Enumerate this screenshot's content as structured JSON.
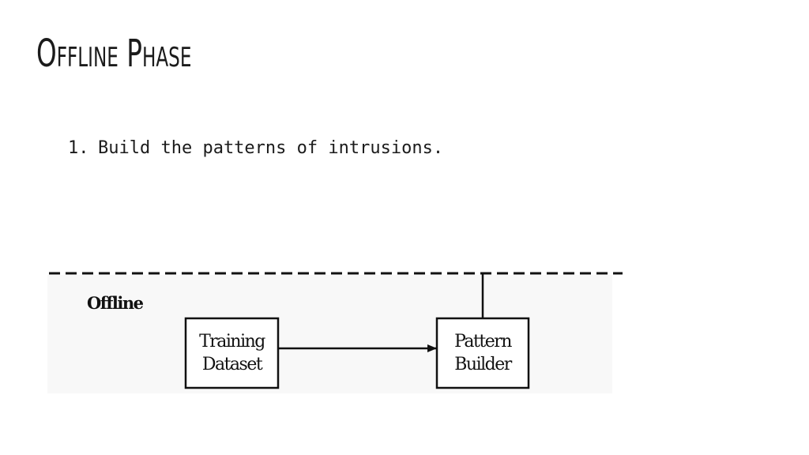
{
  "slide": {
    "title": "Offline Phase",
    "bullets": [
      {
        "number": "1.",
        "text": "Build the patterns of intrusions."
      }
    ]
  },
  "diagram": {
    "section_label": "Offline",
    "nodes": [
      {
        "id": "training-dataset",
        "line1": "Training",
        "line2": "Dataset"
      },
      {
        "id": "pattern-builder",
        "line1": "Pattern",
        "line2": "Builder"
      }
    ],
    "edges": [
      {
        "from": "training-dataset",
        "to": "pattern-builder"
      }
    ],
    "colors": {
      "stroke": "#111111",
      "background": "#f7f7f7"
    }
  }
}
